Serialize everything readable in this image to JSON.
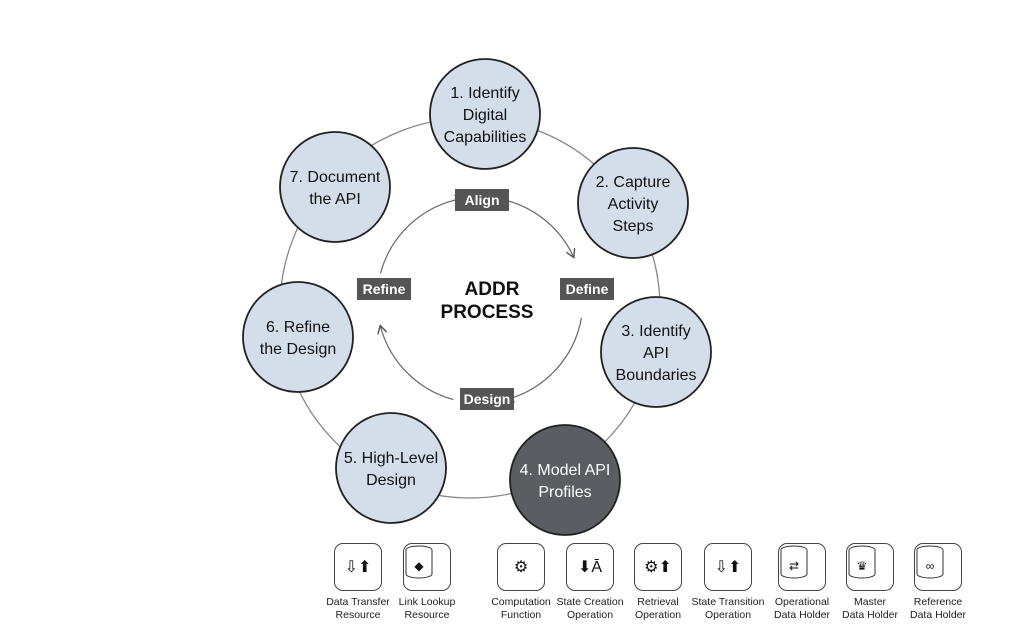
{
  "center_title": [
    "ADDR",
    "PROCESS"
  ],
  "phases": [
    {
      "label": "Align"
    },
    {
      "label": "Define"
    },
    {
      "label": "Design"
    },
    {
      "label": "Refine"
    }
  ],
  "steps": [
    {
      "lines": [
        "1. Identify",
        "Digital",
        "Capabilities"
      ],
      "highlighted": false
    },
    {
      "lines": [
        "2. Capture",
        "Activity",
        "Steps"
      ],
      "highlighted": false
    },
    {
      "lines": [
        "3. Identify",
        "API",
        "Boundaries"
      ],
      "highlighted": false
    },
    {
      "lines": [
        "4. Model API",
        "Profiles"
      ],
      "highlighted": true
    },
    {
      "lines": [
        "5. High-Level",
        "Design"
      ],
      "highlighted": false
    },
    {
      "lines": [
        "6. Refine",
        "the Design"
      ],
      "highlighted": false
    },
    {
      "lines": [
        "7. Document",
        "the API"
      ],
      "highlighted": false
    }
  ],
  "legend": [
    {
      "icon": "data-transfer-resource-icon",
      "line1": "Data Transfer",
      "line2": "Resource"
    },
    {
      "icon": "link-lookup-resource-icon",
      "line1": "Link Lookup",
      "line2": "Resource"
    },
    {
      "icon": "computation-function-icon",
      "line1": "Computation",
      "line2": "Function"
    },
    {
      "icon": "state-creation-operation-icon",
      "line1": "State Creation",
      "line2": "Operation"
    },
    {
      "icon": "retrieval-operation-icon",
      "line1": "Retrieval",
      "line2": "Operation"
    },
    {
      "icon": "state-transition-operation-icon",
      "line1": "State Transition",
      "line2": "Operation"
    },
    {
      "icon": "operational-data-holder-icon",
      "line1": "Operational",
      "line2": "Data Holder"
    },
    {
      "icon": "master-data-holder-icon",
      "line1": "Master",
      "line2": "Data Holder"
    },
    {
      "icon": "reference-data-holder-icon",
      "line1": "Reference",
      "line2": "Data Holder"
    }
  ],
  "colors": {
    "node_fill": "#d3deea",
    "node_highlight": "#5a5d62",
    "phase_fill": "#555555"
  }
}
